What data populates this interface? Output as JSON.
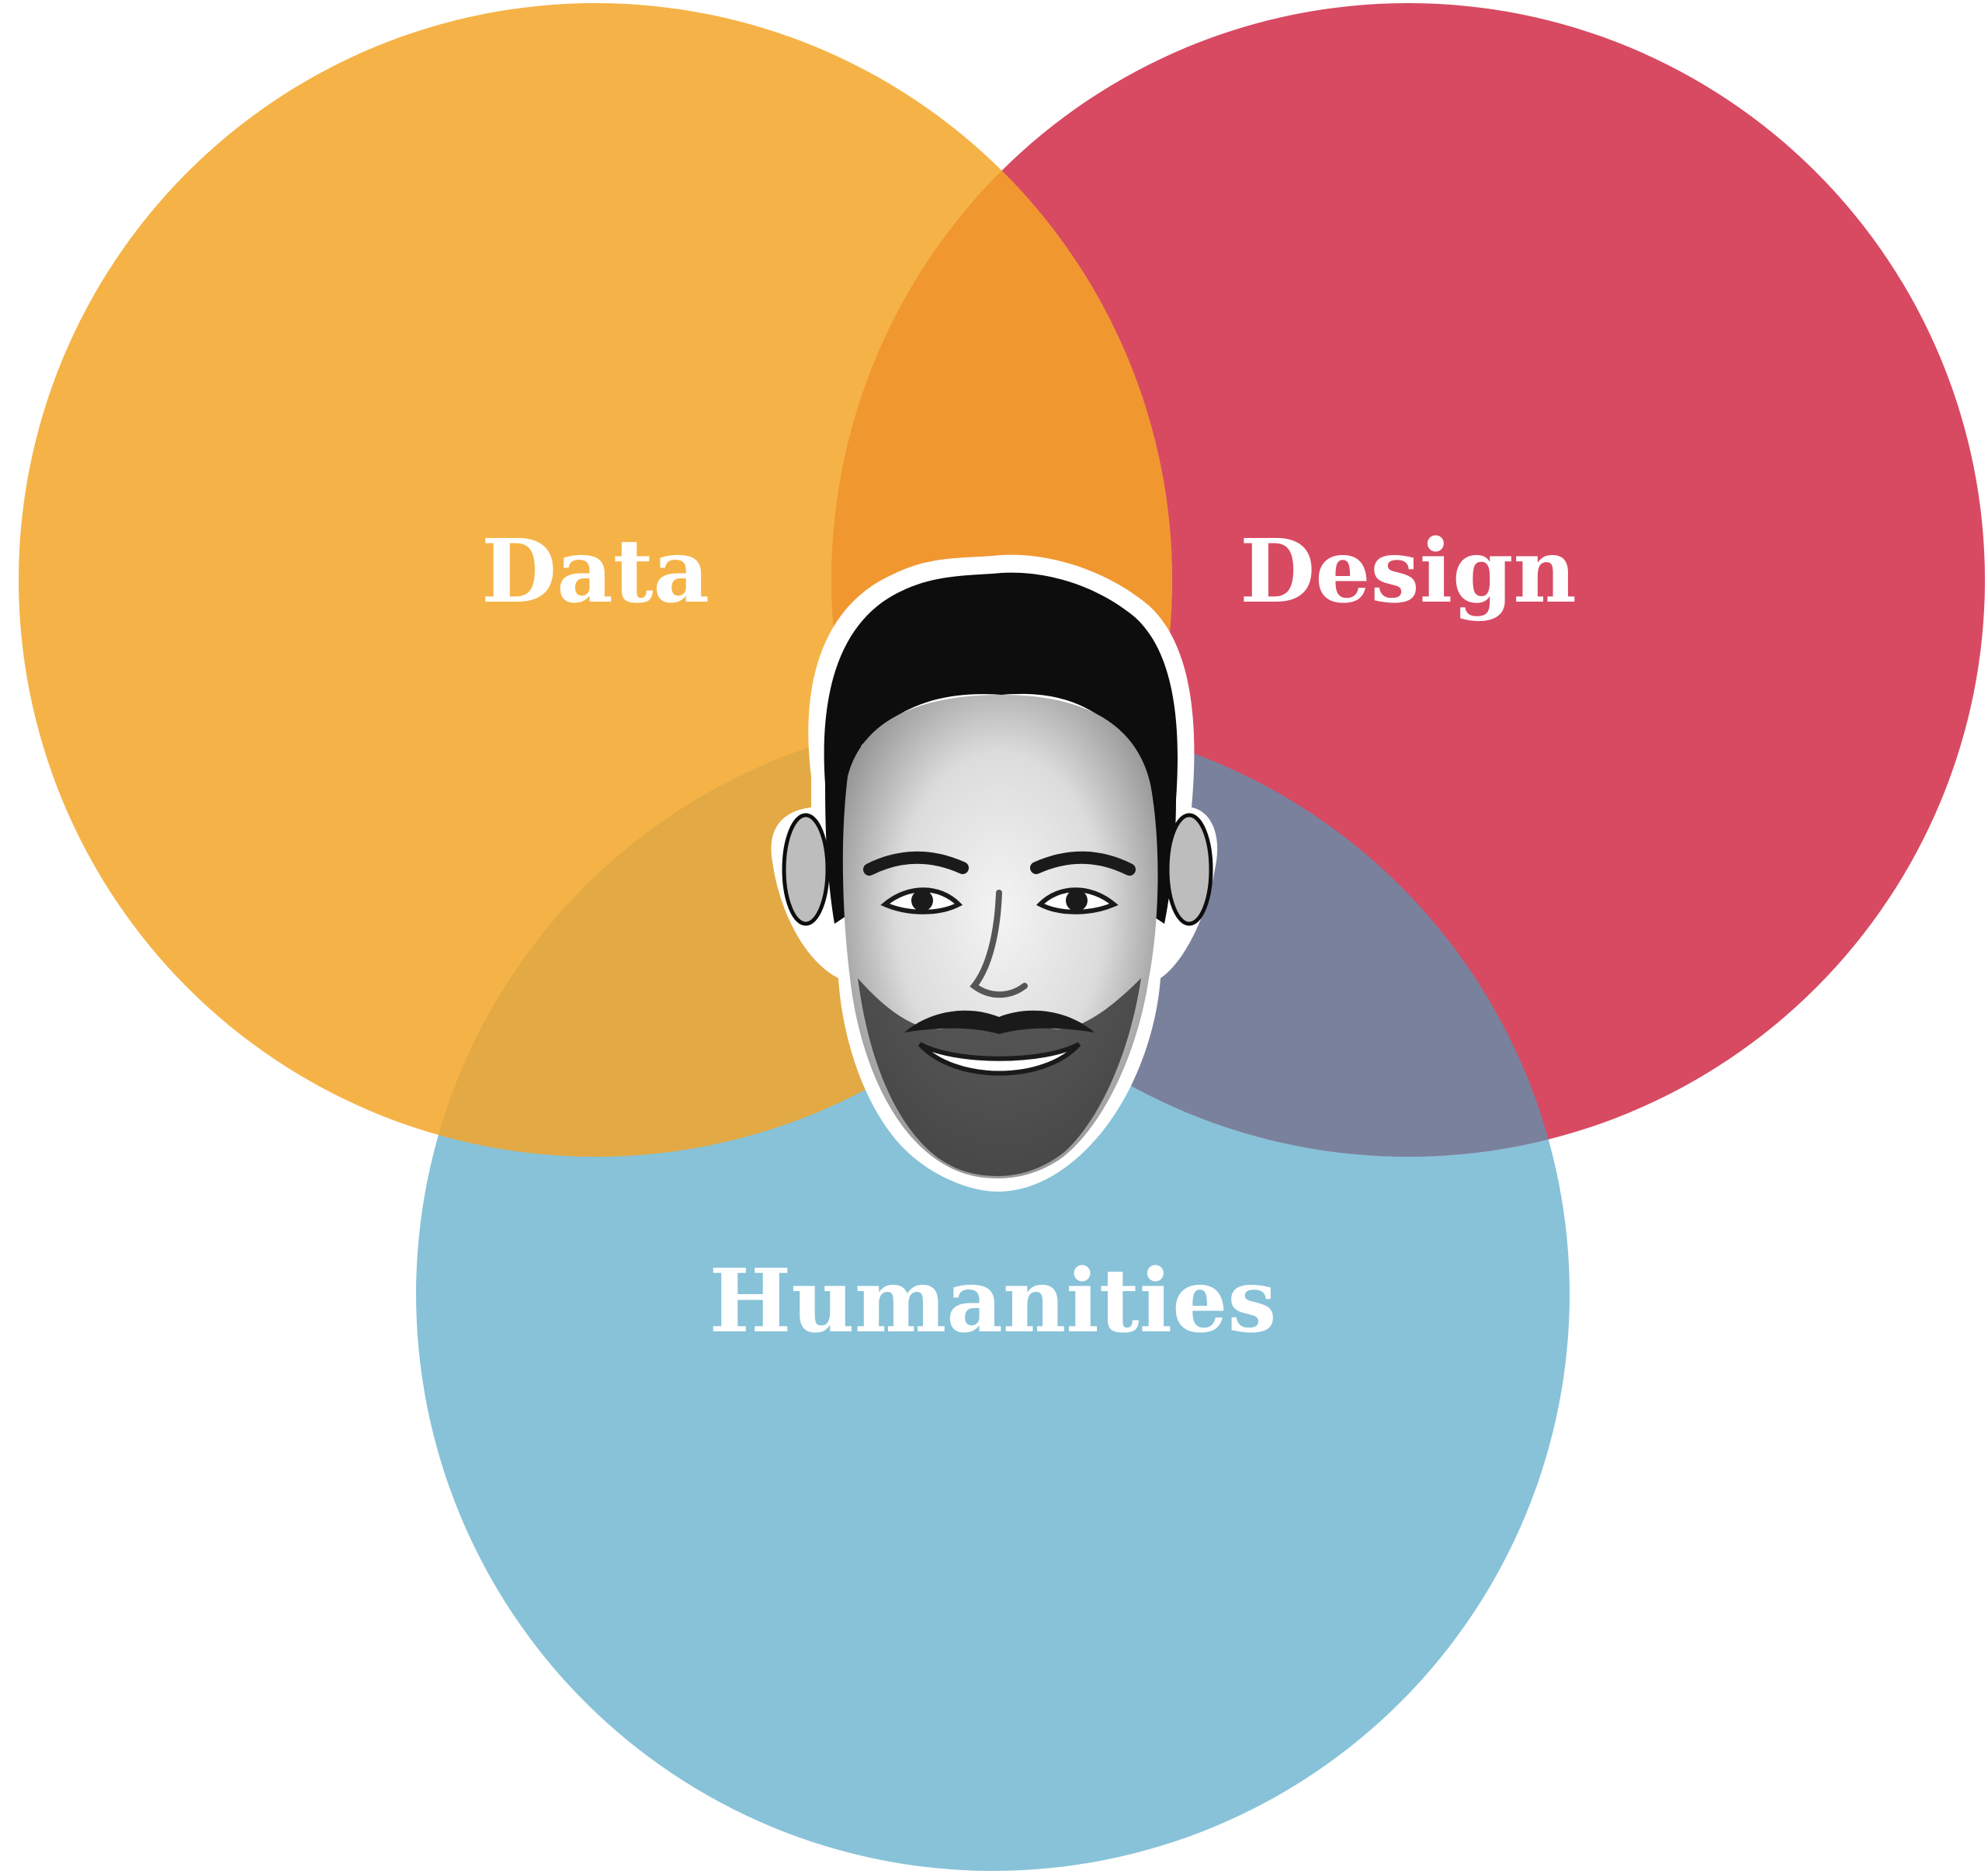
{
  "diagram": {
    "sets": [
      {
        "id": "data",
        "label": "Data",
        "color": "#F5B347"
      },
      {
        "id": "design",
        "label": "Design",
        "color": "#D74A62"
      },
      {
        "id": "humanities",
        "label": "Humanities",
        "color": "#87C2D8"
      }
    ],
    "overlap_colors": {
      "data_design": "#F19730",
      "data_humanities": "#E2A944",
      "design_humanities": "#7A819D"
    },
    "center_image": {
      "icon": "face-portrait-icon",
      "style": "black-and-white cutout with white outline"
    }
  }
}
